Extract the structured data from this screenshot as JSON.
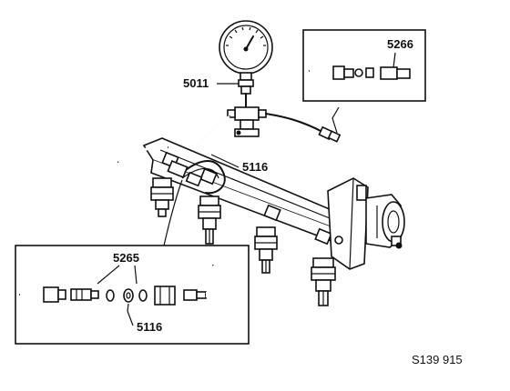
{
  "labels": {
    "gauge_tool": "5011",
    "hose_tool": "5116",
    "inset_top_tool": "5266",
    "inset_bottom_tool": "5265",
    "inset_bottom_ring": "5116"
  },
  "figure_id": "S139 915",
  "colors": {
    "ink": "#111111",
    "paper": "#ffffff"
  }
}
